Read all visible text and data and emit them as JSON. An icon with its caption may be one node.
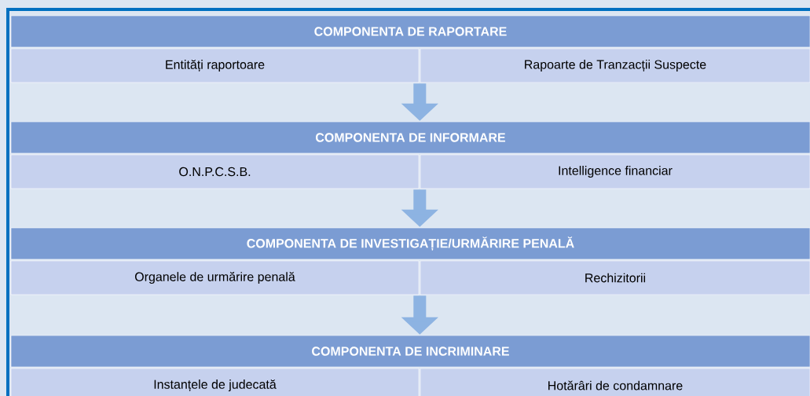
{
  "diagram": {
    "nodes": [
      {
        "text": [
          "COMPONENTA DE RAPORTARE"
        ]
      },
      {
        "text": [
          "Entități raportoare"
        ]
      },
      {
        "text": [
          "Rapoarte de Tranzacții Suspecte"
        ]
      },
      {
        "text": [
          "COMPONENTA DE INFORMARE"
        ]
      },
      {
        "text": [
          "O.N.P.C.S.B."
        ]
      },
      {
        "text": [
          "Intelligence financiar"
        ]
      },
      {
        "text": [
          "COMPONENTA DE INVESTIGAȚIE/URMĂRIRE PENALĂ"
        ]
      },
      {
        "text": [
          "Organele de urmărire penală"
        ]
      },
      {
        "text": [
          "Rechizitorii"
        ]
      },
      {
        "text": [
          "COMPONENTA DE INCRIMINARE"
        ]
      },
      {
        "text": [
          "Instanțele de judecată"
        ]
      },
      {
        "text": [
          "Hotărâri de condamnare"
        ]
      }
    ],
    "edges": [
      {
        "from": 1,
        "to": 3,
        "arrow": "to"
      },
      {
        "from": 4,
        "to": 6,
        "arrow": "to"
      },
      {
        "from": 7,
        "to": 9,
        "arrow": "to"
      }
    ]
  }
}
